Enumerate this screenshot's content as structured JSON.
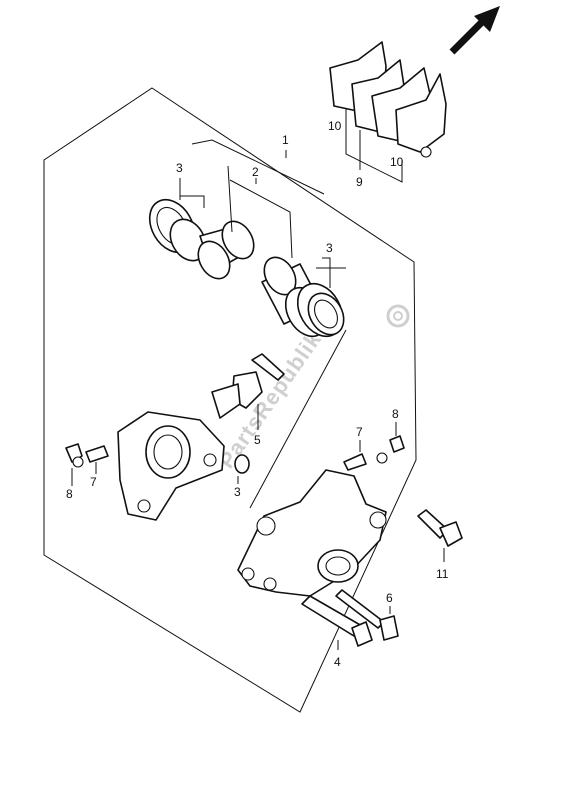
{
  "watermark": {
    "text": "PartsRepublik"
  },
  "callouts": [
    {
      "id": "c1",
      "text": "1"
    },
    {
      "id": "c2",
      "text": "2"
    },
    {
      "id": "c3a",
      "text": "3"
    },
    {
      "id": "c3b",
      "text": "3"
    },
    {
      "id": "c3c",
      "text": "3"
    },
    {
      "id": "c4",
      "text": "4"
    },
    {
      "id": "c5",
      "text": "5"
    },
    {
      "id": "c6",
      "text": "6"
    },
    {
      "id": "c7a",
      "text": "7"
    },
    {
      "id": "c7b",
      "text": "7"
    },
    {
      "id": "c8a",
      "text": "8"
    },
    {
      "id": "c8b",
      "text": "8"
    },
    {
      "id": "c9",
      "text": "9"
    },
    {
      "id": "c10a",
      "text": "10"
    },
    {
      "id": "c10b",
      "text": "10"
    },
    {
      "id": "c11",
      "text": "11"
    }
  ],
  "icons": {
    "direction": "front-arrow-icon",
    "gear": "gear-icon"
  }
}
